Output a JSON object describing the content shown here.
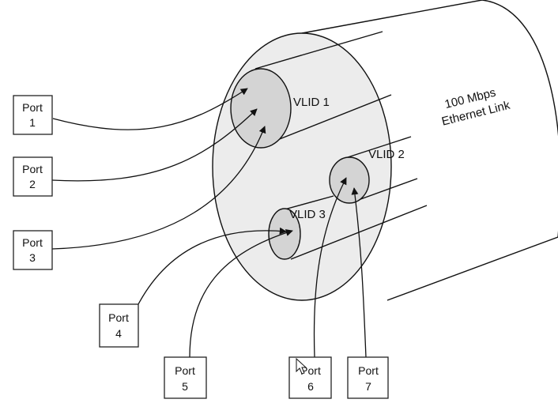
{
  "diagram": {
    "link_label_line1": "100 Mbps",
    "link_label_line2": "Ethernet Link",
    "vlids": [
      {
        "label": "VLID 1"
      },
      {
        "label": "VLID 2"
      },
      {
        "label": "VLID 3"
      }
    ],
    "ports": [
      {
        "word": "Port",
        "num": "1"
      },
      {
        "word": "Port",
        "num": "2"
      },
      {
        "word": "Port",
        "num": "3"
      },
      {
        "word": "Port",
        "num": "4"
      },
      {
        "word": "Port",
        "num": "5"
      },
      {
        "word": "Port",
        "num": "6"
      },
      {
        "word": "Port",
        "num": "7"
      }
    ],
    "colors": {
      "face_fill": "#ececec",
      "tube_end_fill": "#d4d4d4",
      "line": "#111111"
    }
  }
}
